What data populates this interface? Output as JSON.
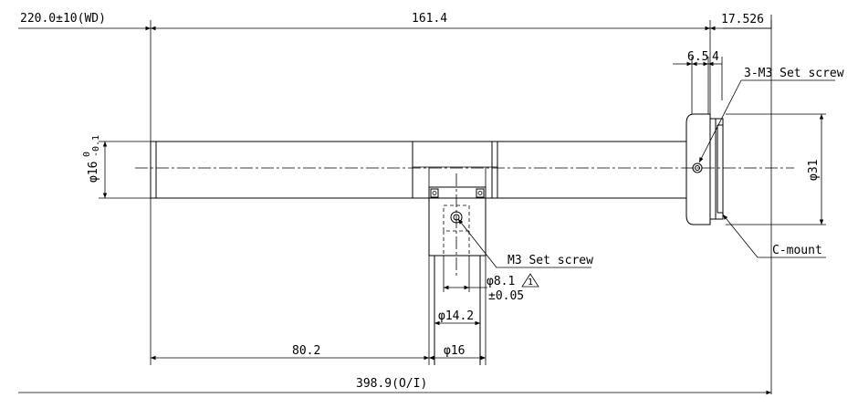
{
  "dimensions": {
    "wd": "220.0±10(WD)",
    "length_main": "161.4",
    "flange": "17.526",
    "setscrew_offset": "6.5",
    "setscrew_small": "4",
    "setscrew_3m3": "3-M3 Set screw",
    "dia_tube": "φ16",
    "dia_tube_tol_top": "0",
    "dia_tube_tol_bottom": "-0.1",
    "dia_mount": "φ31",
    "c_mount": "C-mount",
    "m3_setscrew": "M3 Set screw",
    "dia_port": "φ8.1",
    "dia_port_tol": "±0.05",
    "warning_mark": "1",
    "dia_inner": "φ14.2",
    "dia_block": "φ16",
    "offset_port": "80.2",
    "total": "398.9(O/I)"
  }
}
